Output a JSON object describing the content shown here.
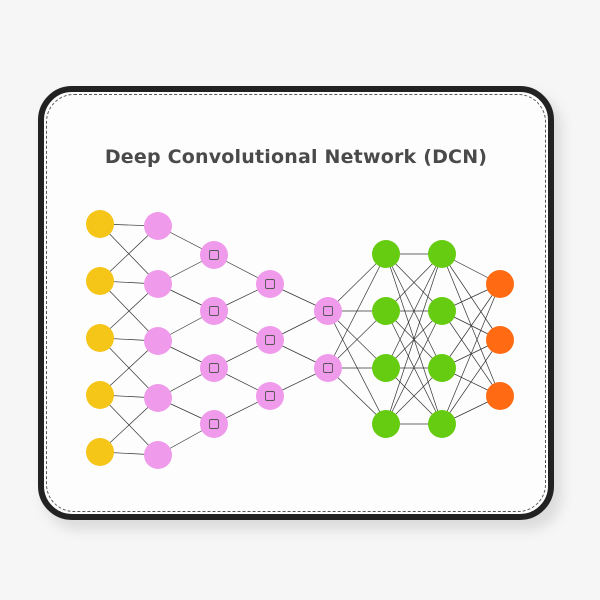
{
  "title": "Deep Convolutional Network (DCN)",
  "colors": {
    "input": "#f5c518",
    "conv": "#f09aec",
    "kernel_stroke": "#555555",
    "hidden": "#66cc11",
    "output": "#ff6a12",
    "edge": "#333333",
    "mat_border": "#222222"
  },
  "layers": [
    {
      "name": "input",
      "nodes": 5,
      "color_key": "input",
      "kernel": false
    },
    {
      "name": "convolution-1",
      "nodes": 5,
      "color_key": "conv",
      "kernel": false
    },
    {
      "name": "convolution-2",
      "nodes": 4,
      "color_key": "conv",
      "kernel": true
    },
    {
      "name": "convolution-3",
      "nodes": 3,
      "color_key": "conv",
      "kernel": true
    },
    {
      "name": "convolution-4",
      "nodes": 2,
      "color_key": "conv",
      "kernel": true
    },
    {
      "name": "hidden-1",
      "nodes": 4,
      "color_key": "hidden",
      "kernel": false
    },
    {
      "name": "hidden-2",
      "nodes": 4,
      "color_key": "hidden",
      "kernel": false
    },
    {
      "name": "output",
      "nodes": 3,
      "color_key": "output",
      "kernel": false
    }
  ],
  "connections": [
    {
      "from": 0,
      "to": 1,
      "type": "local"
    },
    {
      "from": 1,
      "to": 2,
      "type": "local"
    },
    {
      "from": 2,
      "to": 3,
      "type": "local"
    },
    {
      "from": 3,
      "to": 4,
      "type": "local"
    },
    {
      "from": 4,
      "to": 5,
      "type": "full"
    },
    {
      "from": 5,
      "to": 6,
      "type": "full"
    },
    {
      "from": 6,
      "to": 7,
      "type": "full"
    }
  ]
}
